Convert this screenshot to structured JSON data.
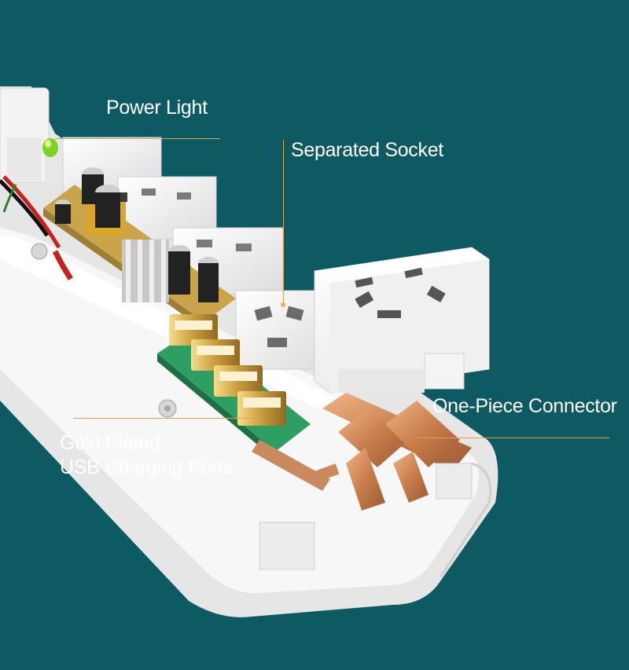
{
  "callouts": {
    "power_light": "Power Light",
    "separated_socket": "Separated Socket",
    "one_piece_connector": "One-Piece Connector",
    "usb_ports_line1": "Gold Plated",
    "usb_ports_line2": "USB Charging Ports"
  },
  "colors": {
    "background": "#0e5a62",
    "housing": "#f1f1f1",
    "leader_line": "#d9a25a",
    "pcb_power": "#c9a44a",
    "pcb_usb": "#2e9f63",
    "copper": "#d08a58"
  }
}
